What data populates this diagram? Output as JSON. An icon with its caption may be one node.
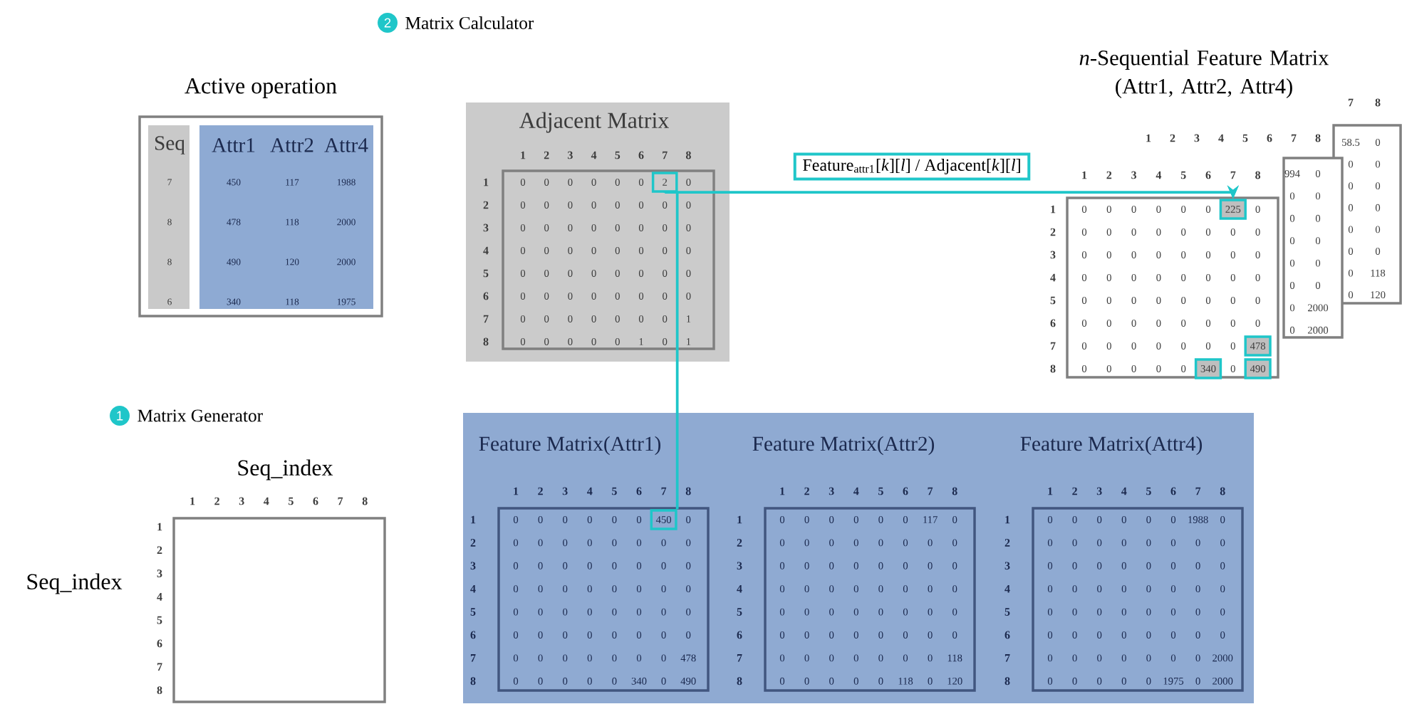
{
  "diagram": {
    "nodes": [
      {
        "text": [
          "2"
        ],
        "beside": [
          "Matrix Calculator"
        ]
      },
      {
        "text": [
          "Active operation",
          "Seq",
          "Attr1",
          "Attr2",
          "Attr4",
          "7",
          "450",
          "117",
          "1988",
          "8",
          "478",
          "118",
          "2000",
          "8",
          "490",
          "120",
          "2000",
          "6",
          "340",
          "118",
          "1975"
        ]
      },
      {
        "text": [
          "Adjacent Matrix"
        ]
      },
      {
        "text": [
          "1",
          "2",
          "3",
          "4",
          "5",
          "6",
          "7",
          "8",
          "1",
          "2",
          "3",
          "4",
          "5",
          "6",
          "7",
          "8",
          "0",
          "0",
          "0",
          "0",
          "0",
          "0",
          "0",
          "0",
          "0",
          "0",
          "0",
          "0",
          "0",
          "0",
          "0",
          "0",
          "0",
          "0",
          "0",
          "0",
          "0",
          "0",
          "0",
          "0",
          "0",
          "0",
          "0",
          "0",
          "0",
          "0",
          "0",
          "0",
          "0",
          "0",
          "0",
          "0",
          "0",
          "0",
          "0",
          "0",
          "0",
          "0",
          "0",
          "0",
          "0",
          "0",
          "0",
          "0",
          "0",
          "0",
          "0",
          "0",
          "0",
          "0",
          "1",
          "0",
          "0",
          "0",
          "0",
          "0",
          "1",
          "0",
          "1"
        ],
        "in": 2
      },
      {
        "text": [
          "2"
        ],
        "in": 3
      },
      {
        "text": [
          "Feature$_{attr1}$[*k*][*l*] / Adjacent[*k*][*l*]"
        ]
      },
      {
        "text": [
          "7",
          "8",
          "58.5",
          "0",
          "0",
          "0",
          "0",
          "0",
          "0",
          "0",
          "0",
          "0",
          "0",
          "0",
          "0",
          "118",
          "0",
          "120"
        ]
      },
      {
        "text": [
          "994",
          "0",
          "0",
          "0",
          "0",
          "0",
          "0",
          "0",
          "0",
          "0",
          "0",
          "0",
          "0",
          "2000",
          "0",
          "2000"
        ]
      },
      {
        "text": [
          "1",
          "2",
          "3",
          "4",
          "5",
          "6",
          "7",
          "8",
          "1",
          "2",
          "3",
          "4",
          "5",
          "6",
          "7",
          "8",
          "0",
          "0",
          "0",
          "0",
          "0",
          "0",
          "0",
          "0",
          "0",
          "0",
          "0",
          "0",
          "0",
          "0",
          "0",
          "0",
          "0",
          "0",
          "0",
          "0",
          "0",
          "0",
          "0",
          "0",
          "0",
          "0",
          "0",
          "0",
          "0",
          "0",
          "0",
          "0",
          "0",
          "0",
          "0",
          "0",
          "0",
          "0",
          "0",
          "0",
          "0",
          "0",
          "0",
          "0",
          "0",
          "0",
          "0",
          "0",
          "0",
          "0",
          "0",
          "0",
          "0",
          "0",
          "0",
          "0",
          "0",
          "0",
          "0",
          "0"
        ]
      },
      {
        "text": [
          "225"
        ],
        "in": 8
      },
      {
        "text": [
          "478"
        ],
        "in": 8
      },
      {
        "text": [
          "340"
        ],
        "in": 8
      },
      {
        "text": [
          "490"
        ],
        "in": 8
      },
      {
        "text": [
          "1"
        ],
        "beside": [
          "Matrix Generator"
        ]
      },
      {
        "text": [],
        "shape": "box"
      },
      {
        "text": [],
        "shape": "box"
      },
      {
        "text": [
          "Feature Matrix(Attr1)",
          "1",
          "2",
          "3",
          "4",
          "5",
          "6",
          "7",
          "8",
          "1",
          "2",
          "3",
          "4",
          "5",
          "6",
          "7",
          "8",
          "0",
          "0",
          "0",
          "0",
          "0",
          "0",
          "0",
          "0",
          "0",
          "0",
          "0",
          "0",
          "0",
          "0",
          "0",
          "0",
          "0",
          "0",
          "0",
          "0",
          "0",
          "0",
          "0",
          "0",
          "0",
          "0",
          "0",
          "0",
          "0",
          "0",
          "0",
          "0",
          "0",
          "0",
          "0",
          "0",
          "0",
          "0",
          "0",
          "0",
          "0",
          "0",
          "0",
          "0",
          "0",
          "0",
          "0",
          "0",
          "0",
          "0",
          "0",
          "0",
          "0",
          "0",
          "478",
          "0",
          "0",
          "0",
          "0",
          "0",
          "340",
          "0",
          "490"
        ],
        "in": 15
      },
      {
        "text": [
          "450"
        ],
        "in": 16
      },
      {
        "text": [
          "Feature Matrix(Attr2)",
          "1",
          "2",
          "3",
          "4",
          "5",
          "6",
          "7",
          "8",
          "1",
          "2",
          "3",
          "4",
          "5",
          "6",
          "7",
          "8",
          "0",
          "0",
          "0",
          "0",
          "0",
          "0",
          "117",
          "0",
          "0",
          "0",
          "0",
          "0",
          "0",
          "0",
          "0",
          "0",
          "0",
          "0",
          "0",
          "0",
          "0",
          "0",
          "0",
          "0",
          "0",
          "0",
          "0",
          "0",
          "0",
          "0",
          "0",
          "0",
          "0",
          "0",
          "0",
          "0",
          "0",
          "0",
          "0",
          "0",
          "0",
          "0",
          "0",
          "0",
          "0",
          "0",
          "0",
          "0",
          "0",
          "0",
          "0",
          "0",
          "0",
          "0",
          "0",
          "118",
          "0",
          "0",
          "0",
          "0",
          "0",
          "118",
          "0",
          "120"
        ],
        "in": 15
      },
      {
        "text": [
          "Feature Matrix(Attr4)",
          "1",
          "2",
          "3",
          "4",
          "5",
          "6",
          "7",
          "8",
          "1",
          "2",
          "3",
          "4",
          "5",
          "6",
          "7",
          "8",
          "0",
          "0",
          "0",
          "0",
          "0",
          "0",
          "1988",
          "0",
          "0",
          "0",
          "0",
          "0",
          "0",
          "0",
          "0",
          "0",
          "0",
          "0",
          "0",
          "0",
          "0",
          "0",
          "0",
          "0",
          "0",
          "0",
          "0",
          "0",
          "0",
          "0",
          "0",
          "0",
          "0",
          "0",
          "0",
          "0",
          "0",
          "0",
          "0",
          "0",
          "0",
          "0",
          "0",
          "0",
          "0",
          "0",
          "0",
          "0",
          "0",
          "0",
          "0",
          "0",
          "0",
          "0",
          "0",
          "2000",
          "0",
          "0",
          "0",
          "0",
          "0",
          "1975",
          "0",
          "2000"
        ],
        "in": 15
      }
    ],
    "edges": [
      {
        "from": 4,
        "to": 9,
        "arrow": "to"
      },
      {
        "from": 17,
        "to": 9,
        "arrow": "to"
      }
    ],
    "labels": [
      "*n*-Sequential Feature Matrix (Attr1, Attr2, Attr4)",
      "Seq_index",
      "Seq_index",
      "1",
      "2",
      "3",
      "4",
      "5",
      "6",
      "7",
      "8",
      "1",
      "2",
      "3",
      "4",
      "5",
      "6",
      "7",
      "8",
      "1",
      "2",
      "3",
      "4",
      "5",
      "6",
      "7",
      "8"
    ]
  }
}
